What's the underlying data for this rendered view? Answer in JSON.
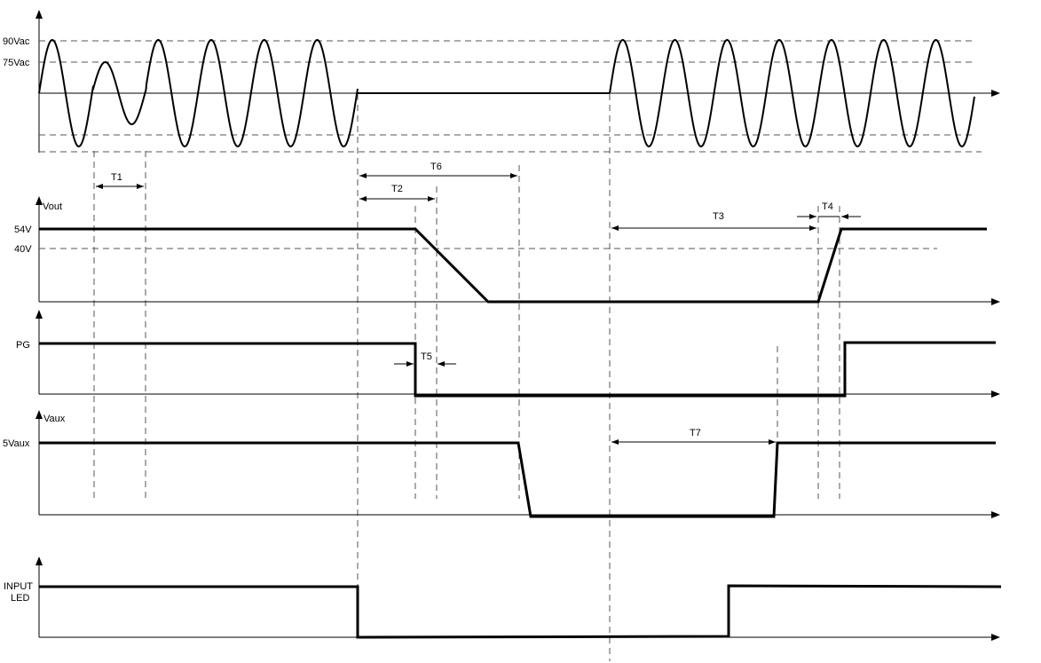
{
  "ac_input": {
    "levels": {
      "high": "90Vac",
      "low": "75Vac"
    }
  },
  "vout": {
    "axis_label": "Vout",
    "levels": {
      "nominal": "54V",
      "threshold": "40V"
    }
  },
  "pg": {
    "axis_label": "PG"
  },
  "vaux": {
    "axis_label": "Vaux",
    "level": "5Vaux"
  },
  "input_led": {
    "axis_label_line1": "INPUT",
    "axis_label_line2": "LED"
  },
  "timing_labels": {
    "t1": "T1",
    "t2": "T2",
    "t3": "T3",
    "t4": "T4",
    "t5": "T5",
    "t6": "T6",
    "t7": "T7"
  }
}
